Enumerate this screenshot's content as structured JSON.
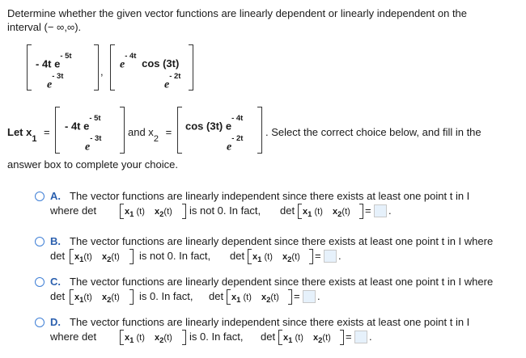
{
  "question": {
    "line1": "Determine whether the given vector functions are linearly dependent or linearly independent on the",
    "line2": "interval (− ∞,∞)."
  },
  "vectors": {
    "v1_top_coef": "- 4t e",
    "v1_top_exp": "- 5t",
    "v1_bot_base": "e",
    "v1_bot_exp": "- 3t",
    "comma": ",",
    "v2_top_base": "e",
    "v2_top_exp": "- 4t",
    "v2_top_tail": "cos (3t)",
    "v2_bot_base": "e",
    "v2_bot_exp": "- 2t"
  },
  "letline": {
    "let": "Let x",
    "sub1": "1",
    "eq": "=",
    "and": "and x",
    "sub2": "2",
    "x1_top": "- 4t e",
    "x1_top_exp": "- 5t",
    "x1_bot": "e",
    "x1_bot_exp": "- 3t",
    "x2_top": "cos (3t) e",
    "x2_top_exp": "- 4t",
    "x2_bot": "e",
    "x2_bot_exp": "- 2t",
    "tail": ". Select the correct choice below, and fill in the",
    "line2": "answer box to complete your choice."
  },
  "det": {
    "prefix": "det",
    "x": "x",
    "s1": "1",
    "s2": "2",
    "t": "(t)"
  },
  "options": [
    {
      "letter": "A.",
      "line1": "The vector functions are linearly independent since there exists at least one point t in I",
      "line2_pre": "where det",
      "line2_mid": "is not 0. In fact,",
      "line2_end": "="
    },
    {
      "letter": "B.",
      "line1": "The vector functions are linearly dependent since there exists at least one point t in I where",
      "line2_pre": "det",
      "line2_mid": "is not 0. In fact,",
      "line2_end": "="
    },
    {
      "letter": "C.",
      "line1": "The vector functions are linearly dependent since there exists at least one point t in I where",
      "line2_pre": "det",
      "line2_mid": "is 0. In fact,",
      "line2_end": "="
    },
    {
      "letter": "D.",
      "line1": "The vector functions are linearly independent since there exists at least one point t in I",
      "line2_pre": "where det",
      "line2_mid": "is 0. In fact,",
      "line2_end": "="
    }
  ]
}
